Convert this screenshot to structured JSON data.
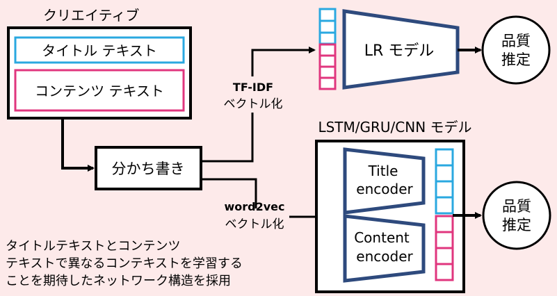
{
  "colors": {
    "background": "#fdeaea",
    "title_cyan": "#2aa8e0",
    "content_pink": "#e0367e",
    "model_navy": "#2e4a7d",
    "stroke": "#000000"
  },
  "creative": {
    "heading": "クリエイティブ",
    "title_text": "タイトル テキスト",
    "content_text": "コンテンツ テキスト"
  },
  "segmentation": {
    "label": "分かち書き"
  },
  "tfidf": {
    "line1": "TF-IDF",
    "line2": "ベクトル化"
  },
  "word2vec": {
    "line1": "word2vec",
    "line2": "ベクトル化"
  },
  "lr_model": {
    "label": "LR モデル",
    "output_line1": "品質",
    "output_line2": "推定"
  },
  "nn_model": {
    "heading": "LSTM/GRU/CNN モデル",
    "title_encoder_line1": "Title",
    "title_encoder_line2": "encoder",
    "content_encoder_line1": "Content",
    "content_encoder_line2": "encoder",
    "output_line1": "品質",
    "output_line2": "推定"
  },
  "note": {
    "line1": "タイトルテキストとコンテンツ",
    "line2": "テキストで異なるコンテキストを学習する",
    "line3": "ことを期待したネットワーク構造を採用"
  }
}
